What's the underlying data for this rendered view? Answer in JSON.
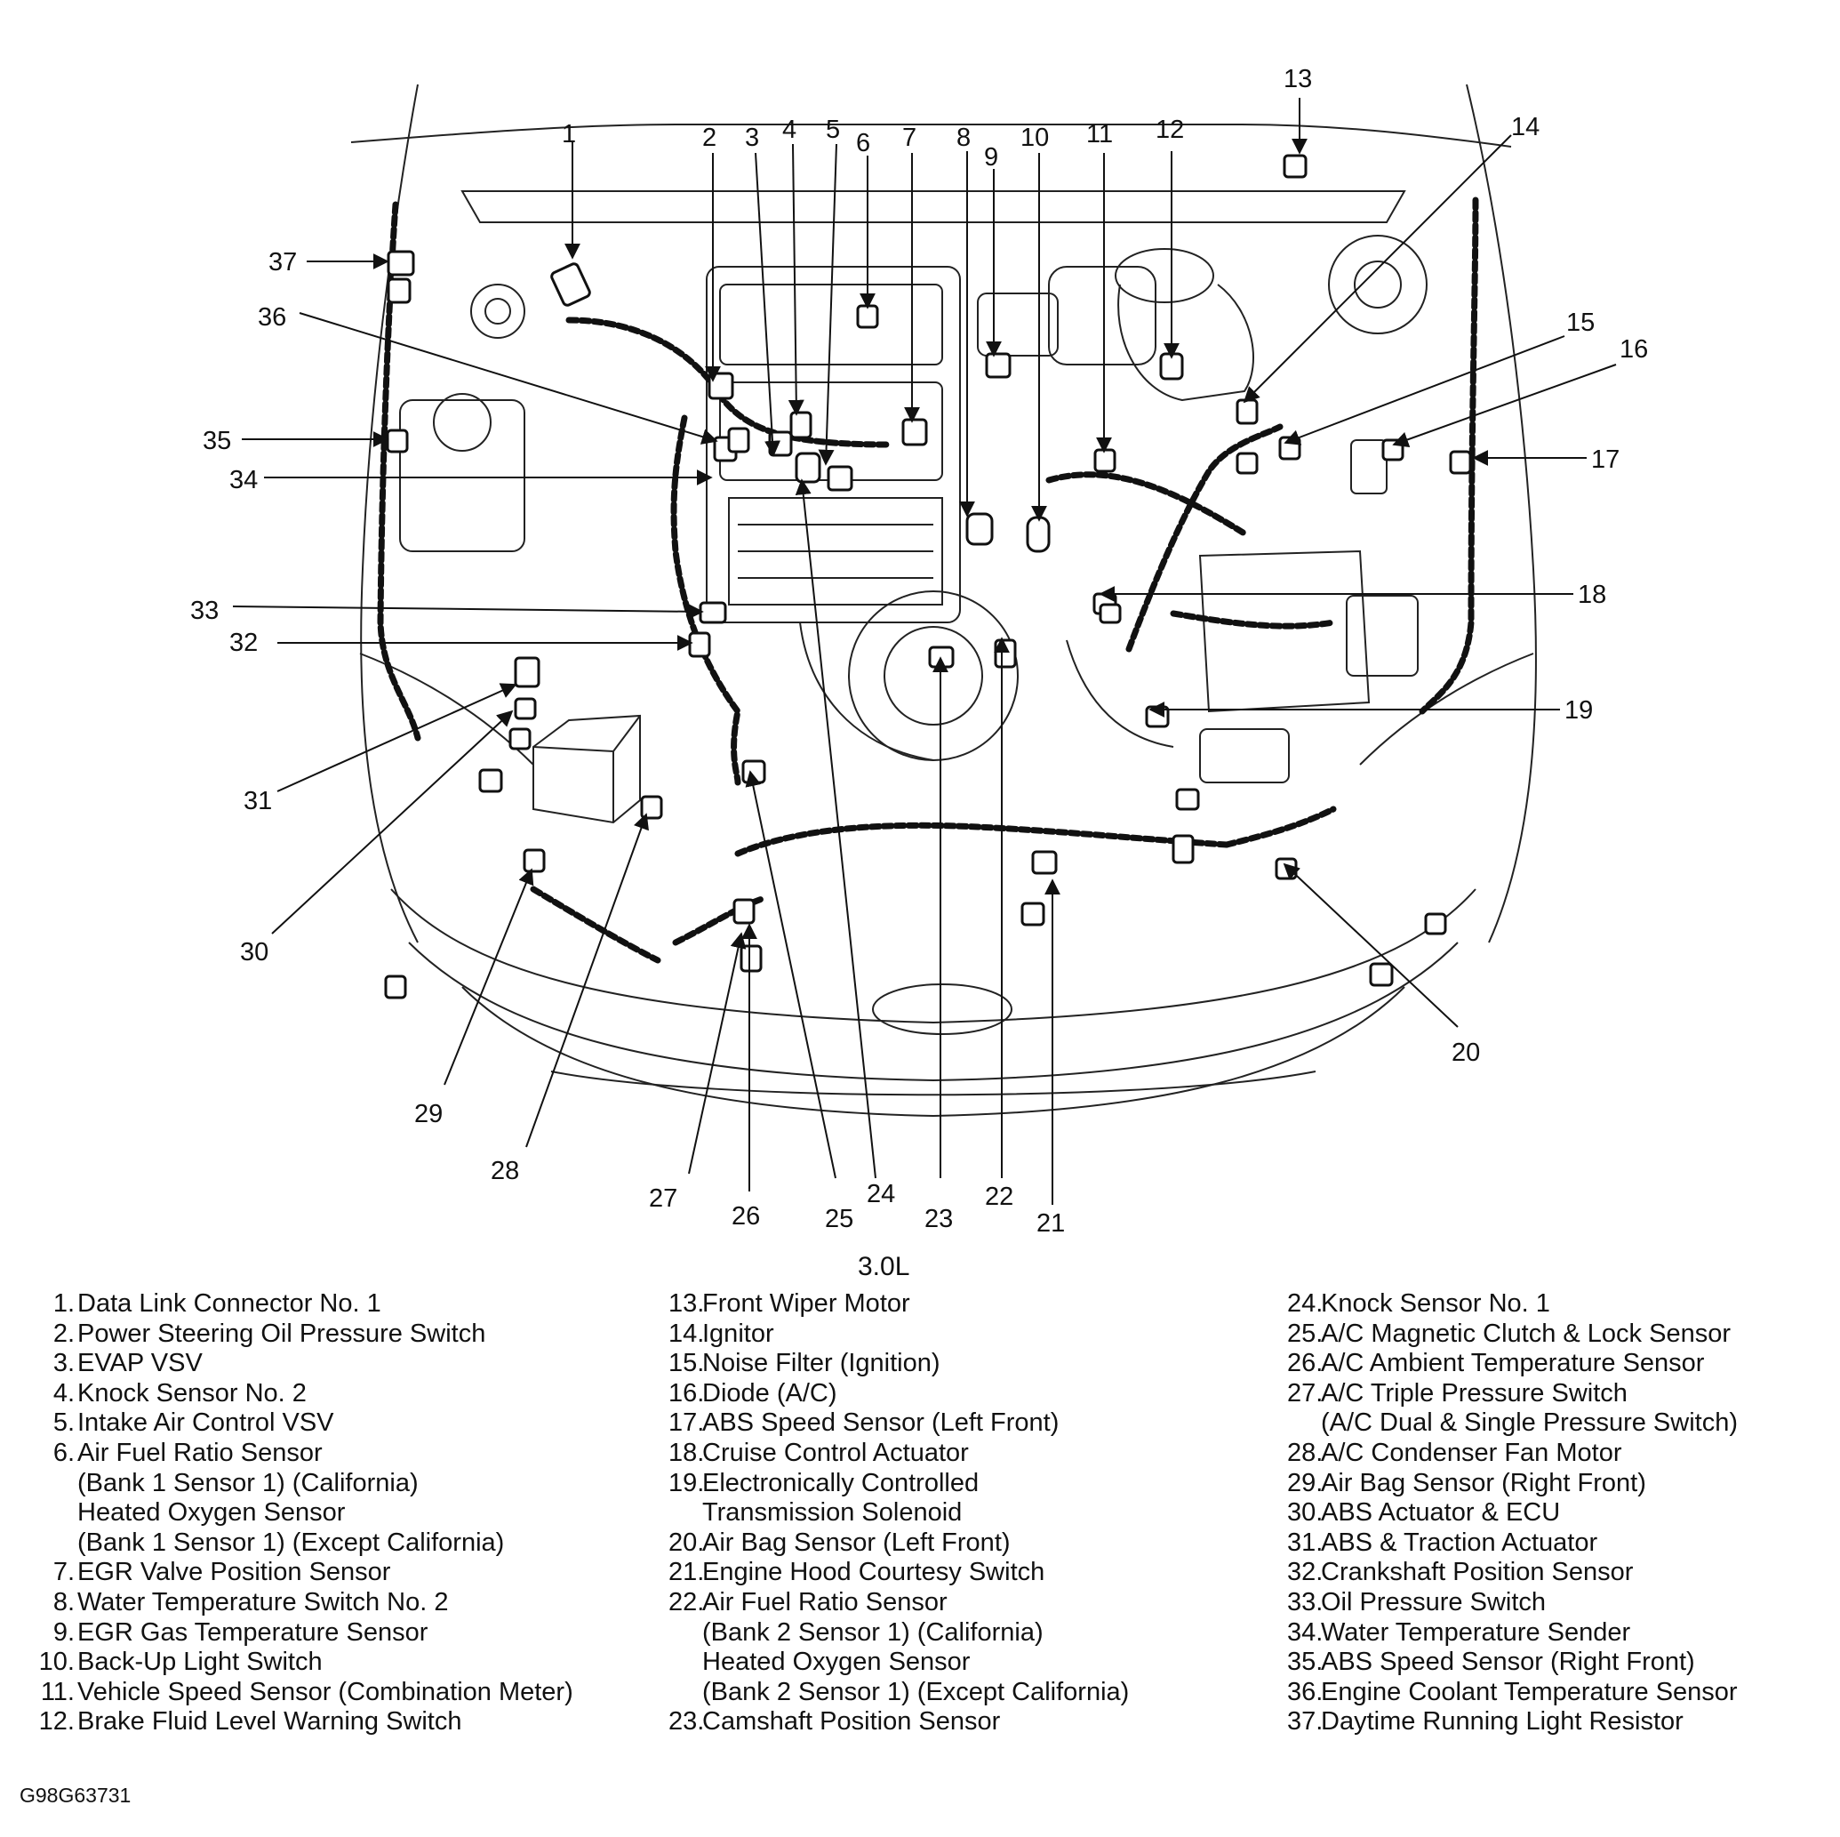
{
  "engine_label": "3.0L",
  "figure_code": "G98G63731",
  "legend": [
    {
      "num": "1.",
      "lines": [
        "Data Link Connector No. 1"
      ]
    },
    {
      "num": "2.",
      "lines": [
        "Power Steering Oil Pressure Switch"
      ]
    },
    {
      "num": "3.",
      "lines": [
        "EVAP VSV"
      ]
    },
    {
      "num": "4.",
      "lines": [
        "Knock Sensor No. 2"
      ]
    },
    {
      "num": "5.",
      "lines": [
        "Intake Air Control VSV"
      ]
    },
    {
      "num": "6.",
      "lines": [
        "Air Fuel Ratio Sensor",
        "(Bank 1 Sensor 1) (California)",
        "Heated Oxygen Sensor",
        "(Bank 1 Sensor 1) (Except California)"
      ]
    },
    {
      "num": "7.",
      "lines": [
        "EGR Valve Position Sensor"
      ]
    },
    {
      "num": "8.",
      "lines": [
        "Water Temperature Switch No. 2"
      ]
    },
    {
      "num": "9.",
      "lines": [
        "EGR Gas Temperature Sensor"
      ]
    },
    {
      "num": "10.",
      "lines": [
        "Back-Up Light Switch"
      ]
    },
    {
      "num": "11.",
      "lines": [
        "Vehicle Speed Sensor (Combination Meter)"
      ]
    },
    {
      "num": "12.",
      "lines": [
        "Brake Fluid Level Warning Switch"
      ]
    },
    {
      "num": "13.",
      "lines": [
        "Front Wiper Motor"
      ]
    },
    {
      "num": "14.",
      "lines": [
        "Ignitor"
      ]
    },
    {
      "num": "15.",
      "lines": [
        "Noise Filter (Ignition)"
      ]
    },
    {
      "num": "16.",
      "lines": [
        "Diode (A/C)"
      ]
    },
    {
      "num": "17.",
      "lines": [
        "ABS Speed Sensor (Left Front)"
      ]
    },
    {
      "num": "18.",
      "lines": [
        "Cruise Control Actuator"
      ]
    },
    {
      "num": "19.",
      "lines": [
        "Electronically Controlled",
        "Transmission Solenoid"
      ]
    },
    {
      "num": "20.",
      "lines": [
        "Air Bag Sensor (Left Front)"
      ]
    },
    {
      "num": "21.",
      "lines": [
        "Engine Hood Courtesy Switch"
      ]
    },
    {
      "num": "22.",
      "lines": [
        "Air Fuel Ratio Sensor",
        "(Bank 2 Sensor 1) (California)",
        "Heated Oxygen Sensor",
        "(Bank 2 Sensor 1) (Except California)"
      ]
    },
    {
      "num": "23.",
      "lines": [
        "Camshaft Position Sensor"
      ]
    },
    {
      "num": "24.",
      "lines": [
        "Knock Sensor No. 1"
      ]
    },
    {
      "num": "25.",
      "lines": [
        "A/C Magnetic Clutch & Lock Sensor"
      ]
    },
    {
      "num": "26.",
      "lines": [
        "A/C Ambient Temperature Sensor"
      ]
    },
    {
      "num": "27.",
      "lines": [
        "A/C Triple Pressure Switch",
        "(A/C Dual & Single Pressure Switch)"
      ]
    },
    {
      "num": "28.",
      "lines": [
        "A/C Condenser Fan Motor"
      ]
    },
    {
      "num": "29.",
      "lines": [
        "Air Bag Sensor (Right Front)"
      ]
    },
    {
      "num": "30.",
      "lines": [
        "ABS Actuator & ECU"
      ]
    },
    {
      "num": "31.",
      "lines": [
        "ABS & Traction Actuator"
      ]
    },
    {
      "num": "32.",
      "lines": [
        "Crankshaft Position Sensor"
      ]
    },
    {
      "num": "33.",
      "lines": [
        "Oil Pressure Switch"
      ]
    },
    {
      "num": "34.",
      "lines": [
        "Water Temperature Sender"
      ]
    },
    {
      "num": "35.",
      "lines": [
        "ABS Speed Sensor (Right Front)"
      ]
    },
    {
      "num": "36.",
      "lines": [
        "Engine Coolant Temperature Sensor"
      ]
    },
    {
      "num": "37.",
      "lines": [
        "Daytime Running Light Resistor"
      ]
    }
  ],
  "callouts": [
    "1",
    "2",
    "3",
    "4",
    "5",
    "6",
    "7",
    "8",
    "9",
    "10",
    "11",
    "12",
    "13",
    "14",
    "15",
    "16",
    "17",
    "18",
    "19",
    "20",
    "21",
    "22",
    "23",
    "24",
    "25",
    "26",
    "27",
    "28",
    "29",
    "30",
    "31",
    "32",
    "33",
    "34",
    "35",
    "36",
    "37"
  ]
}
